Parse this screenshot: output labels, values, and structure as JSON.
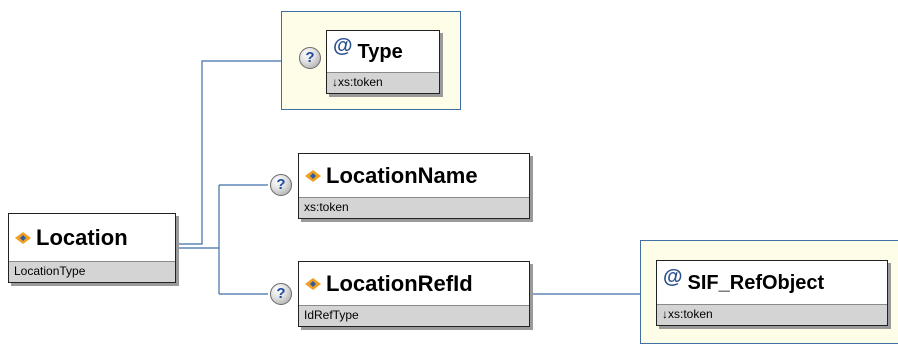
{
  "nodes": {
    "location": {
      "name": "Location",
      "type": "LocationType"
    },
    "type_attr": {
      "name": "Type",
      "type": "↓xs:token"
    },
    "location_name": {
      "name": "LocationName",
      "type": "xs:token"
    },
    "location_ref_id": {
      "name": "LocationRefId",
      "type": "IdRefType"
    },
    "sif_ref_object": {
      "name": "SIF_RefObject",
      "type": "↓xs:token"
    }
  },
  "icons": {
    "element": "element-diamond-icon",
    "attribute": "at-sign-icon",
    "optional": "question-mark-icon"
  },
  "glyphs": {
    "attribute": "@",
    "optional": "?"
  },
  "colors": {
    "connector": "#3f6fa6",
    "attr_panel_bg": "#fdfde8",
    "type_bar_bg": "#d4d4d4",
    "icon_orange": "#f0a020",
    "icon_blue": "#2a5aa8"
  }
}
